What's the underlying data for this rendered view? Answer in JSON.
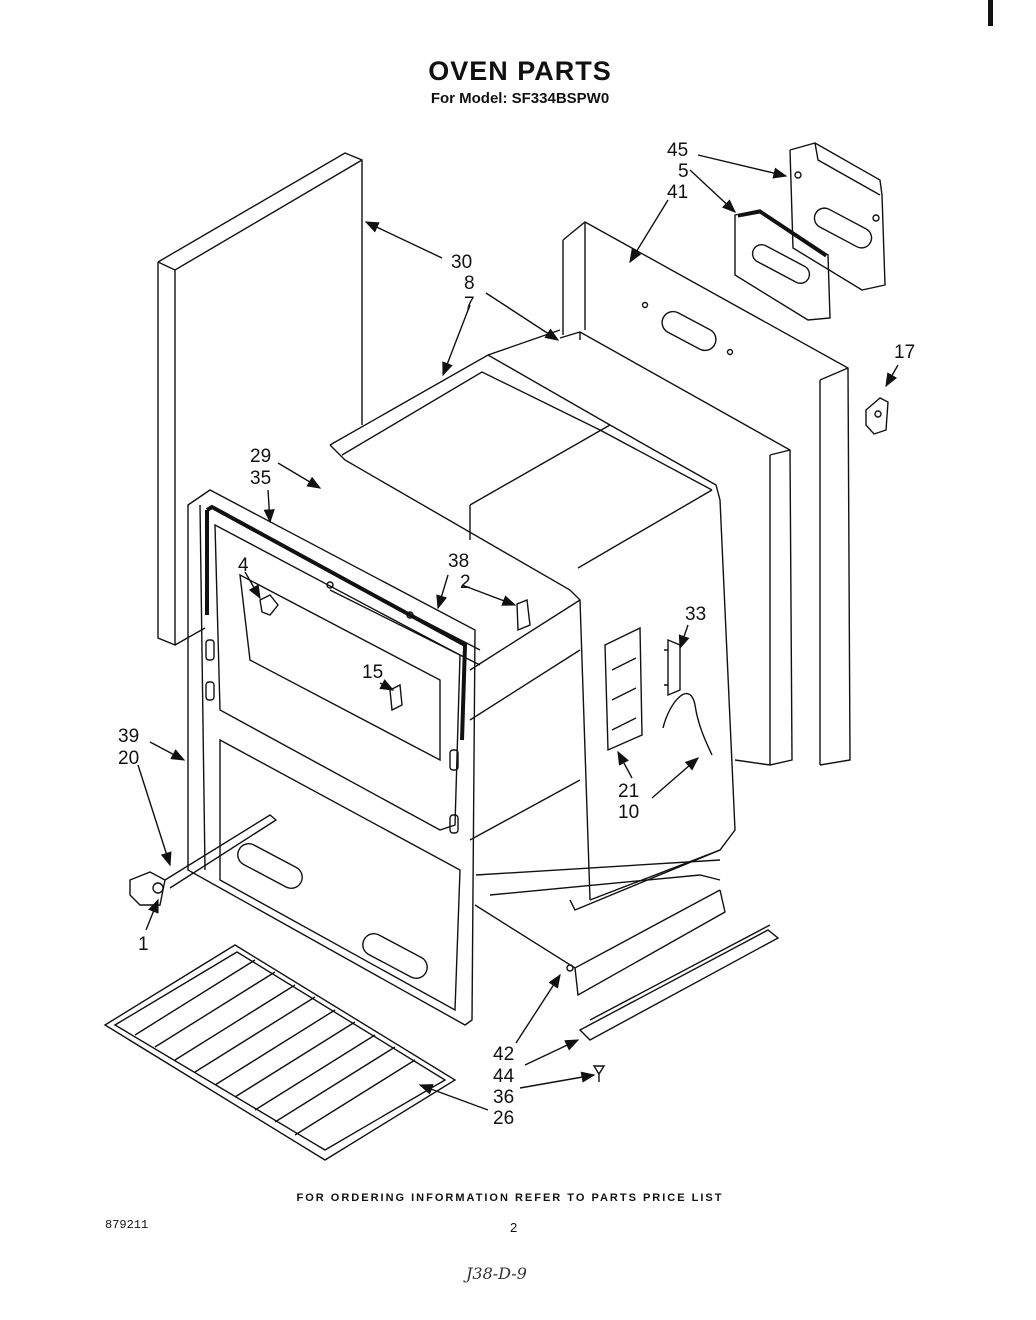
{
  "title": "OVEN PARTS",
  "subtitle": "For Model: SF334BSPW0",
  "footer": "FOR ORDERING INFORMATION REFER TO PARTS PRICE LIST",
  "doc_code": "879211",
  "page_number": "2",
  "handwritten_note": "J38-D-9",
  "callouts": [
    {
      "id": "45",
      "label": "45"
    },
    {
      "id": "5",
      "label": "5"
    },
    {
      "id": "41",
      "label": "41"
    },
    {
      "id": "30",
      "label": "30"
    },
    {
      "id": "8",
      "label": "8"
    },
    {
      "id": "7",
      "label": "7"
    },
    {
      "id": "17",
      "label": "17"
    },
    {
      "id": "29",
      "label": "29"
    },
    {
      "id": "35",
      "label": "35"
    },
    {
      "id": "38",
      "label": "38"
    },
    {
      "id": "2",
      "label": "2"
    },
    {
      "id": "4",
      "label": "4"
    },
    {
      "id": "33",
      "label": "33"
    },
    {
      "id": "15",
      "label": "15"
    },
    {
      "id": "39",
      "label": "39"
    },
    {
      "id": "20",
      "label": "20"
    },
    {
      "id": "21",
      "label": "21"
    },
    {
      "id": "10",
      "label": "10"
    },
    {
      "id": "1",
      "label": "1"
    },
    {
      "id": "42",
      "label": "42"
    },
    {
      "id": "44",
      "label": "44"
    },
    {
      "id": "36",
      "label": "36"
    },
    {
      "id": "26",
      "label": "26"
    }
  ]
}
